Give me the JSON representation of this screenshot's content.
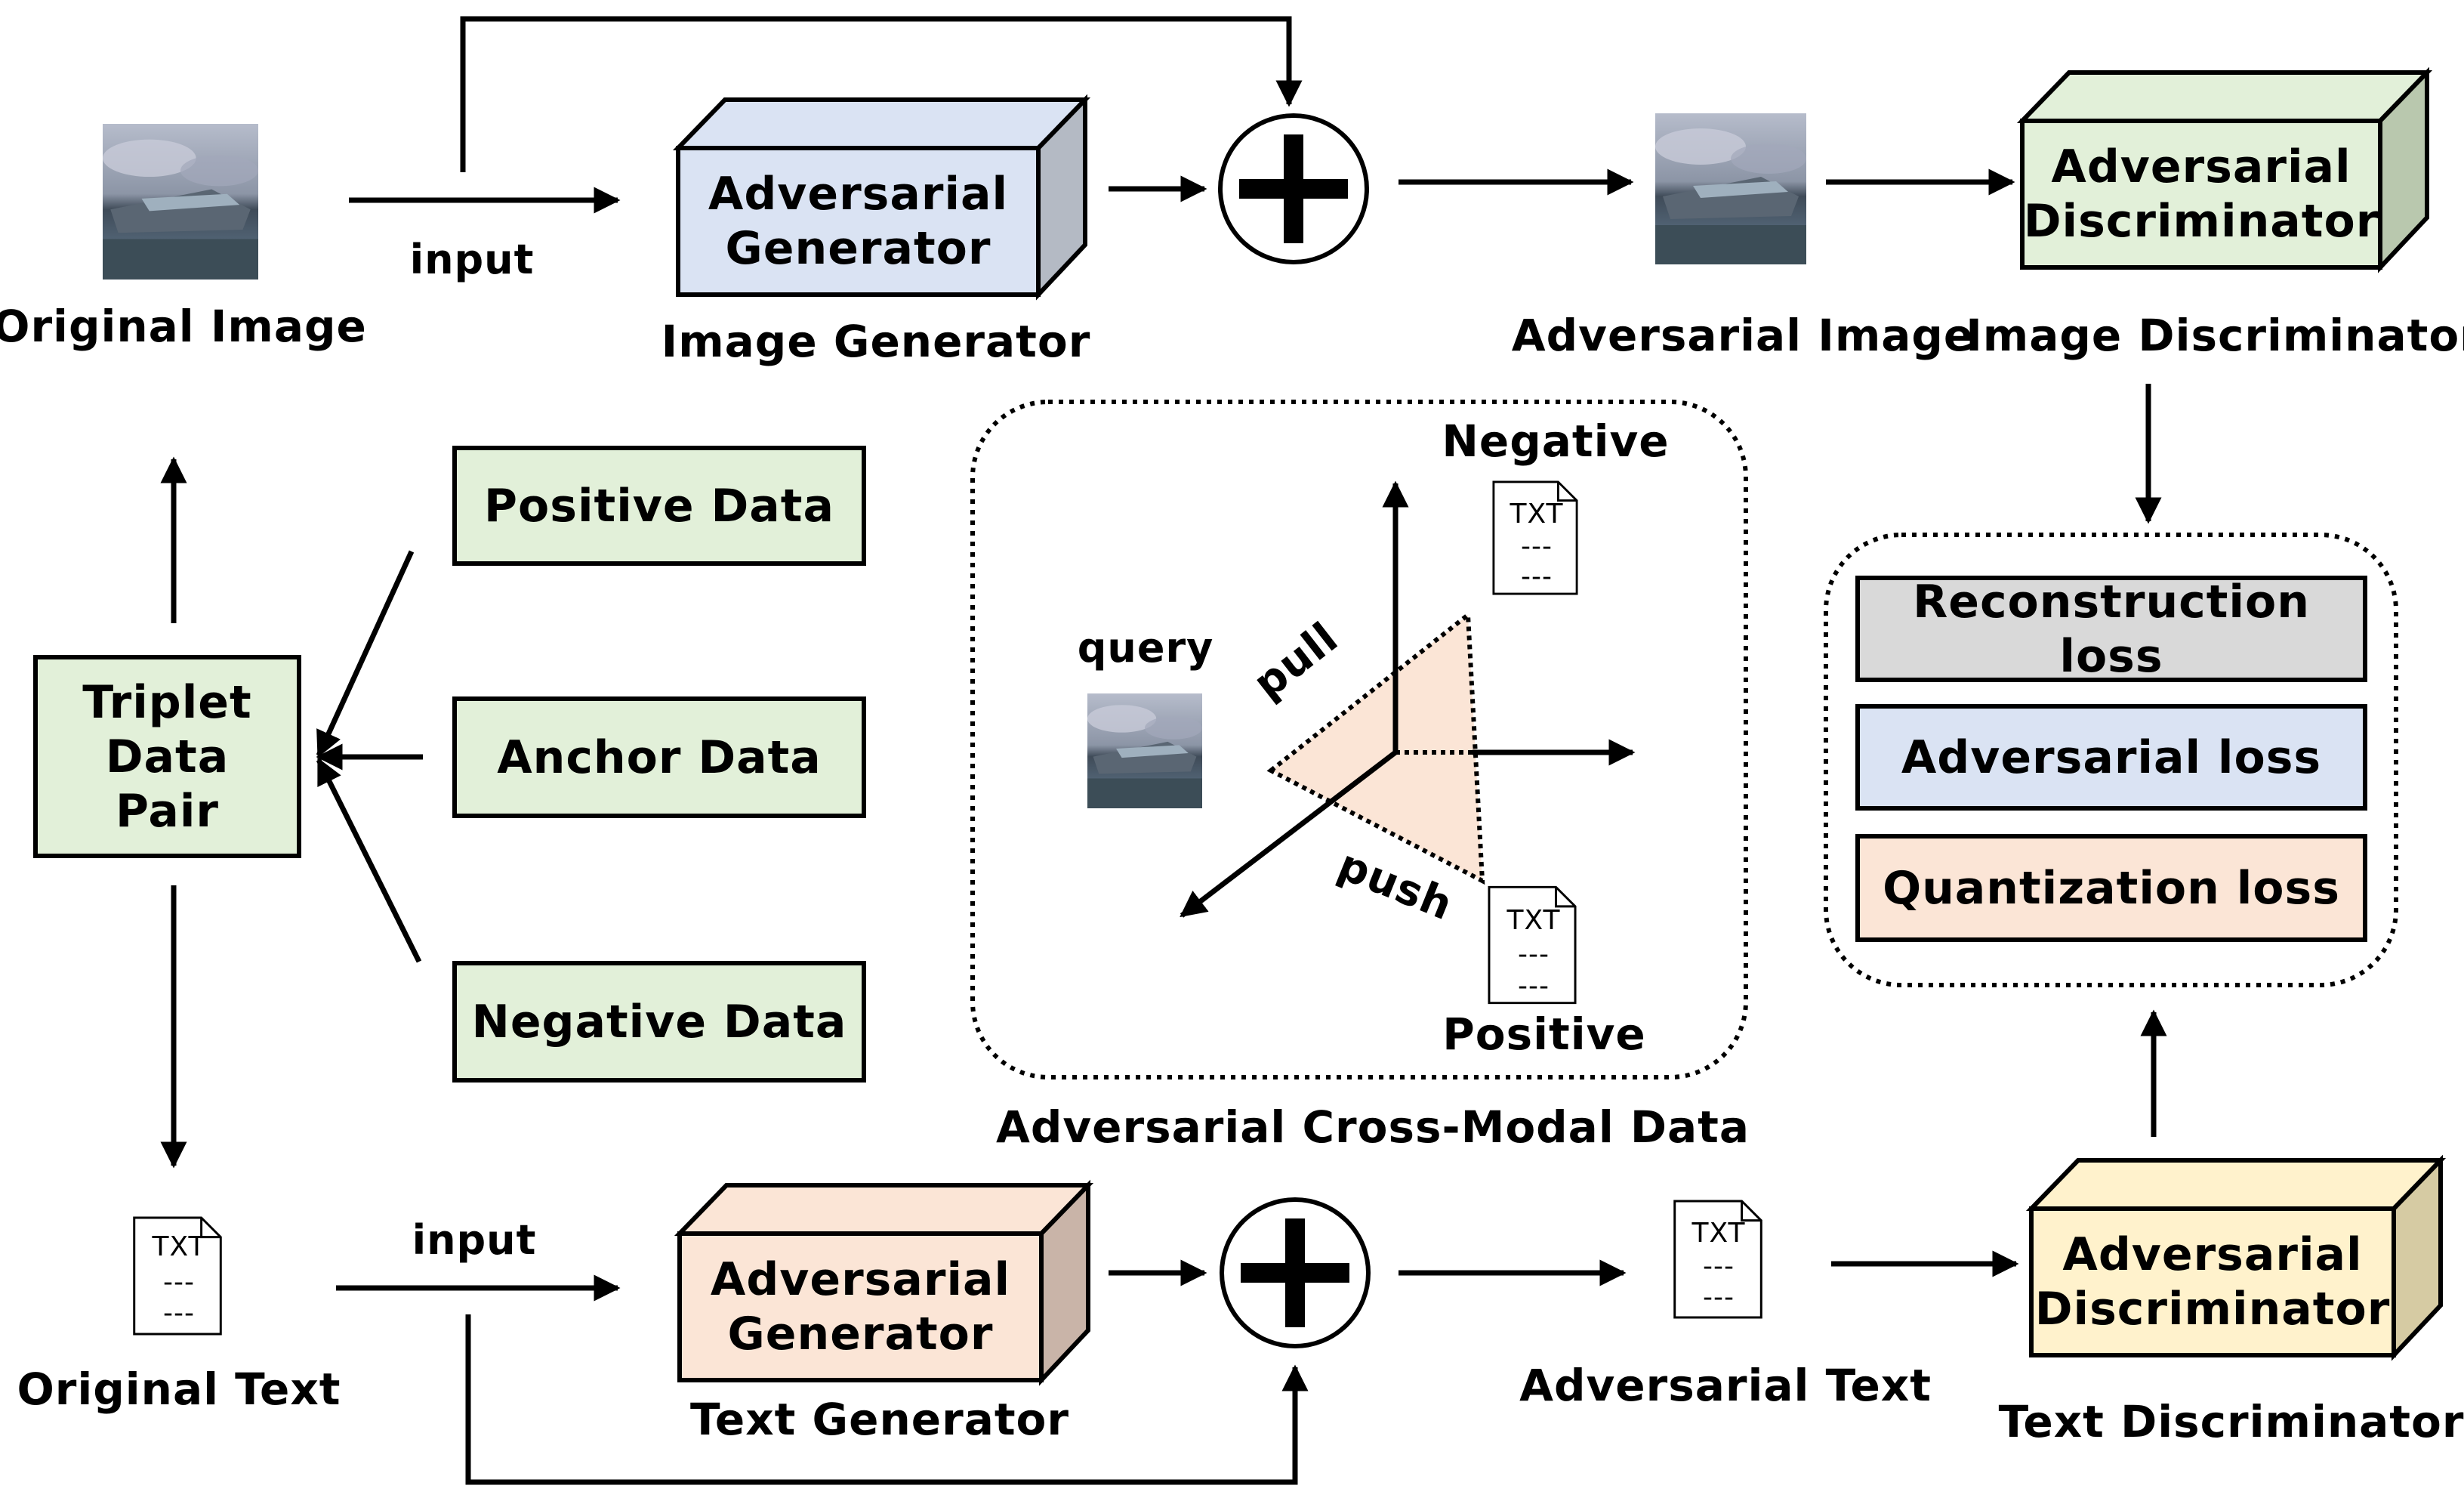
{
  "colors": {
    "green_box": "#e2f0d9",
    "blue_box": "#dae3f3",
    "orange_box": "#fbe5d6",
    "gray_box": "#d9d9d9",
    "yellow_box": "#fff2cc",
    "stroke": "#000000"
  },
  "image_branch": {
    "original_label": "Original Image",
    "input_label": "input",
    "generator_text": "Adversarial Generator",
    "generator_caption": "Image Generator",
    "adversarial_label": "Adversarial Image",
    "discriminator_text": "Adversarial Discriminator",
    "discriminator_caption": "Image Discriminator"
  },
  "triplet": {
    "box_text": "Triplet Data Pair",
    "positive": "Positive Data",
    "anchor": "Anchor Data",
    "negative": "Negative Data"
  },
  "cross_modal": {
    "caption": "Adversarial Cross-Modal Data",
    "query": "query",
    "negative": "Negative",
    "positive": "Positive",
    "pull": "pull",
    "push": "push",
    "doc_header": "TXT",
    "doc_line": "---"
  },
  "losses": {
    "reconstruction": "Reconstruction loss",
    "adversarial": "Adversarial loss",
    "quantization": "Quantization loss"
  },
  "text_branch": {
    "original_label": "Original Text",
    "input_label": "input",
    "generator_text": "Adversarial Generator",
    "generator_caption": "Text Generator",
    "adversarial_label": "Adversarial Text",
    "discriminator_text": "Adversarial Discriminator",
    "discriminator_caption": "Text Discriminator"
  },
  "icons": {
    "image_thumbnail": "ship-photo-icon",
    "text_document": "txt-document-icon",
    "add": "plus-circle-icon"
  }
}
